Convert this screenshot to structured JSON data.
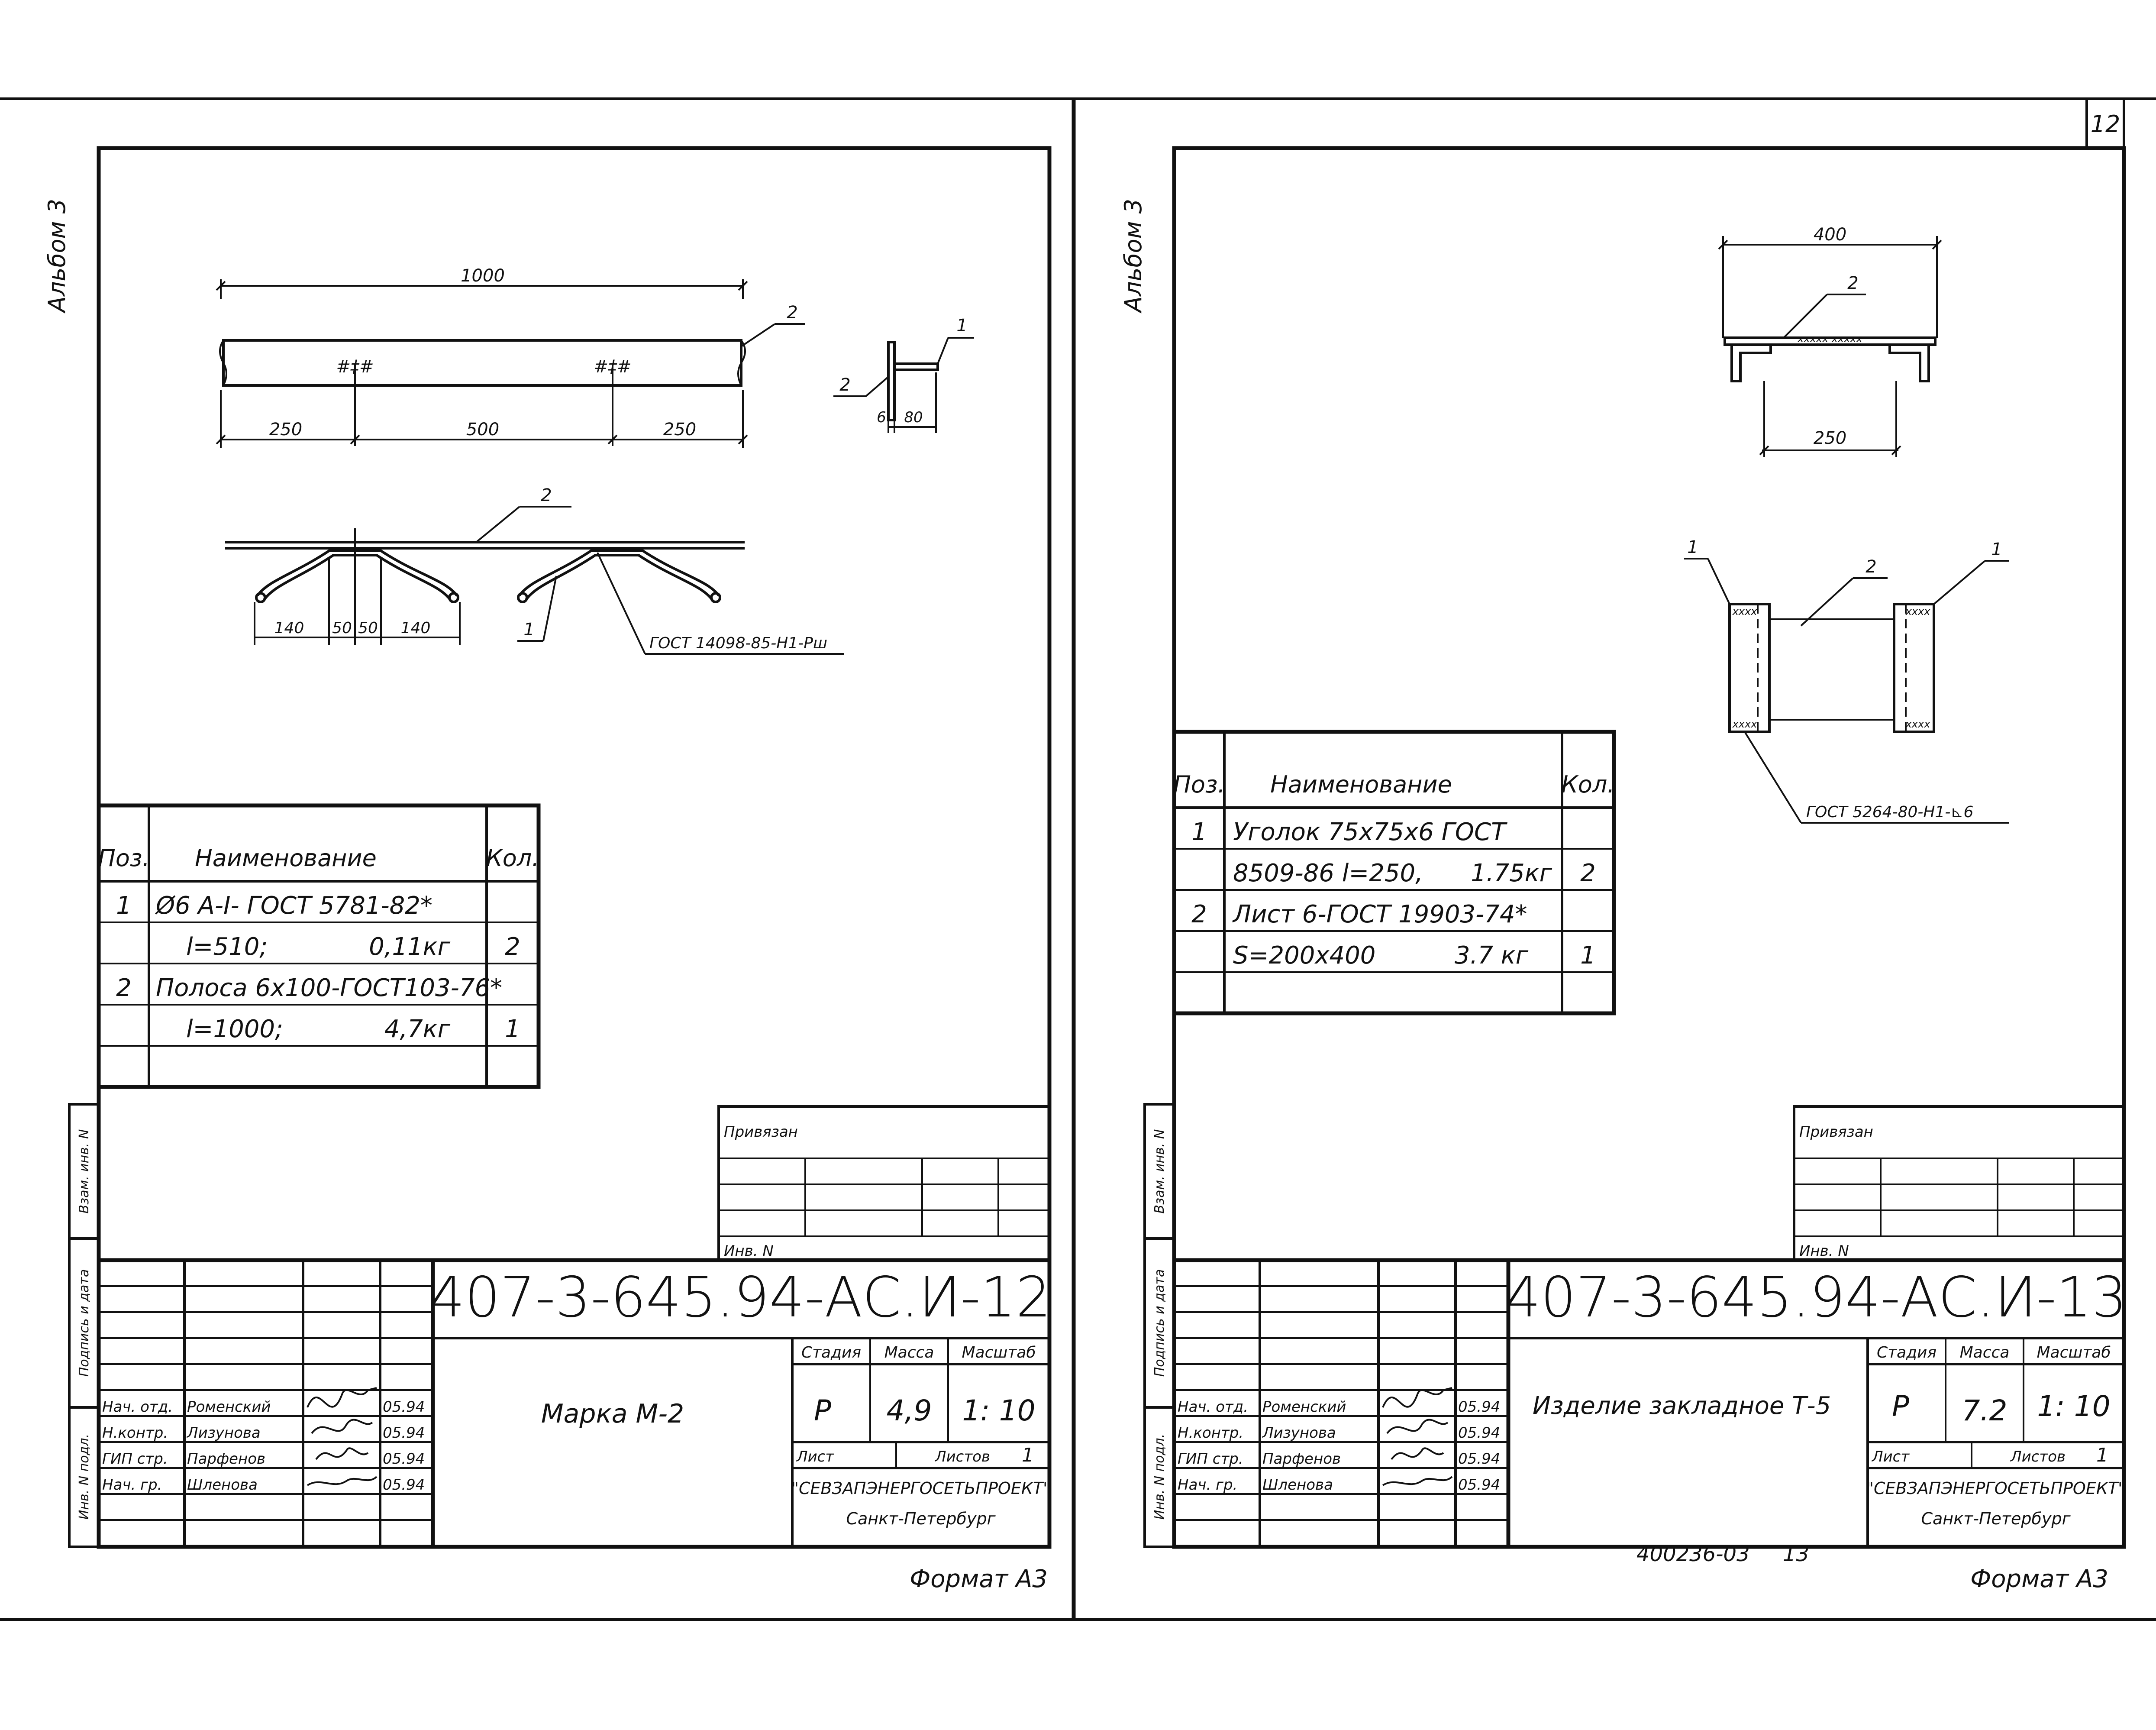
{
  "sheet_number": "12",
  "format_label": "Формат А3",
  "album_label": "Альбом 3",
  "side_labels": {
    "vzam": "Взам. инв. N",
    "podpis": "Подпись и дата",
    "inv": "Инв. N подл."
  },
  "stamp_headers": {
    "privyazan": "Привязан",
    "inv_n": "Инв. N",
    "stadia": "Стадия",
    "massa": "Масса",
    "masshtab": "Масштаб",
    "list": "Лист",
    "listov": "Листов"
  },
  "spec_headers": {
    "pos": "Поз.",
    "name": "Наименование",
    "qty": "Кол."
  },
  "staff": [
    {
      "role": "Нач. отд.",
      "name": "Роменский",
      "date": "05.94"
    },
    {
      "role": "Н.контр.",
      "name": "Лизунова",
      "date": "05.94"
    },
    {
      "role": "ГИП стр.",
      "name": "Парфенов",
      "date": "05.94"
    },
    {
      "role": "Нач. гр.",
      "name": "Шленова",
      "date": "05.94"
    }
  ],
  "left": {
    "doc_code": "407-3-645.94-АС.И-12",
    "title": "Марка М-2",
    "stage": "Р",
    "mass": "4,9",
    "scale": "1: 10",
    "sheets": "1",
    "org": "\"СЕВЗАПЭНЕРГОСЕТЬПРОЕКТ\"",
    "city": "Санкт-Петербург",
    "spec": [
      {
        "pos": "1",
        "line1": "Ø6 А-I- ГОСТ 5781-82*",
        "line2a": "l=510;",
        "line2b": "0,11кг",
        "qty": "2"
      },
      {
        "pos": "2",
        "line1": "Полоса 6х100-ГОСТ103-76*",
        "line2a": "l=1000;",
        "line2b": "4,7кг",
        "qty": "1"
      }
    ],
    "dims": {
      "total": "1000",
      "seg1": "250",
      "seg2": "500",
      "seg3": "250",
      "d140a": "140",
      "d50a": "50",
      "d50b": "50",
      "d140b": "140",
      "d6": "6",
      "d80": "80"
    },
    "callouts": {
      "c2top": "2",
      "c1side": "1",
      "c2side": "2",
      "c2bot": "2",
      "c1bot": "1",
      "gost": "ГОСТ 14098-85-Н1-Рш"
    }
  },
  "right": {
    "doc_code": "407-3-645.94-АС.И-13",
    "title": "Изделие закладное  Т-5",
    "stage": "Р",
    "mass": "7.2",
    "scale": "1: 10",
    "sheets": "1",
    "org": "\"СЕВЗАПЭНЕРГОСЕТЬПРОЕКТ\"",
    "city": "Санкт-Петербург",
    "archive": "400236-03     13",
    "spec": [
      {
        "pos": "1",
        "line1": "Уголок 75х75х6 ГОСТ",
        "line2a": "8509-86   l=250,",
        "line2b": "1.75кг",
        "qty": "2"
      },
      {
        "pos": "2",
        "line1": "Лист 6-ГОСТ 19903-74*",
        "line2a": "S=200х400",
        "line2b": "3.7 кг",
        "qty": "1"
      }
    ],
    "dims": {
      "d400": "400",
      "d250": "250"
    },
    "callouts": {
      "c2top": "2",
      "c1a": "1",
      "c2mid": "2",
      "c1b": "1",
      "gost": "ГОСТ 5264-80-Н1-⊾6"
    }
  }
}
